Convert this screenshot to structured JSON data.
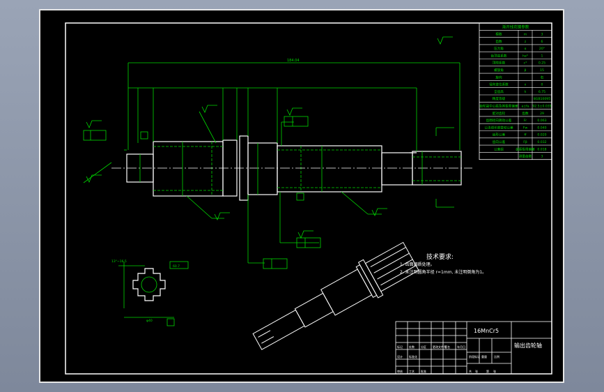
{
  "drawing": {
    "tech_title": "技术要求:",
    "tech_notes": [
      "1. 齿面调质处理。",
      "2. 未注明圆角半径 r=1mm, 未注明倒角为1。"
    ],
    "material": "16MnCr5",
    "part_name": "输出齿轮轴",
    "overall_dim": "184.04",
    "section_dim_top": "13°~16.5",
    "section_dim_side": "60.7",
    "section_dim_bottom": "φ40",
    "title_block_labels": [
      "标记",
      "处数",
      "分区",
      "更改文件号",
      "签名",
      "年月日"
    ],
    "title_block_labels2": [
      "设计",
      "标准化",
      "阶段标记",
      "重量",
      "比例"
    ],
    "title_block_labels3": [
      "审核",
      "工艺",
      "批准",
      "共",
      "张",
      "第",
      "张"
    ],
    "gear_table": {
      "title": "渐开线花键参数",
      "rows": [
        [
          "模数",
          "m",
          "3"
        ],
        [
          "齿数",
          "z",
          "6"
        ],
        [
          "压力角",
          "α",
          "20°"
        ],
        [
          "齿顶高系数",
          "ha*",
          "1"
        ],
        [
          "顶隙系数",
          "c*",
          "0.25"
        ],
        [
          "螺旋角",
          "β",
          "15"
        ],
        [
          "旋向",
          "",
          "右"
        ],
        [
          "径向变位系数",
          "x",
          "0"
        ],
        [
          "全齿高",
          "h",
          "6.75"
        ],
        [
          "精度等级",
          "",
          "8GB10095"
        ],
        [
          "齿轮副中心距及其极限偏差",
          "a±fa",
          "92.5±0.035"
        ],
        [
          "配对齿轮",
          "齿数",
          "29"
        ],
        [
          "齿圈径向跳动公差",
          "Fr",
          "0.063"
        ],
        [
          "公法线长度变动公差",
          "Fw",
          "0.040"
        ],
        [
          "齿形公差",
          "ff",
          "0.020"
        ],
        [
          "齿向公差",
          "Fβ",
          "0.032"
        ],
        [
          "公差组",
          "齿距极限偏差",
          "0.018"
        ],
        [
          "",
          "测量齿数",
          "3"
        ]
      ]
    }
  }
}
